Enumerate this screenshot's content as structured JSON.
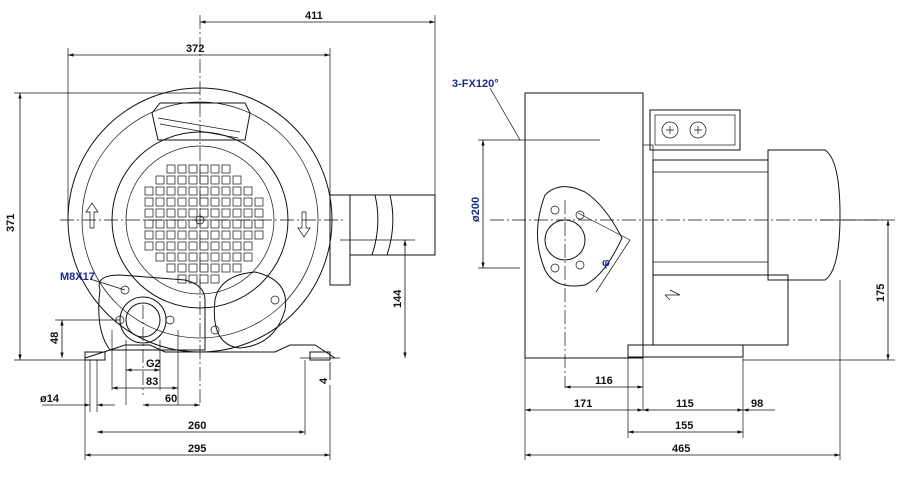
{
  "left_view": {
    "dims": {
      "d411": "411",
      "d372": "372",
      "d371": "371",
      "d144": "144",
      "d48": "48",
      "d4": "4",
      "d14": "ø14",
      "g2": "G2",
      "d83": "83",
      "d60": "60",
      "d260": "260",
      "d295": "295",
      "bolt": "M8X17"
    }
  },
  "right_view": {
    "dims": {
      "flange": "3-FX120°",
      "d200": "ø200",
      "phi": "φ",
      "d175": "175",
      "d116": "116",
      "d171": "171",
      "d115": "115",
      "d98": "98",
      "d155": "155",
      "d465": "465"
    }
  },
  "colors": {
    "line": "#111111",
    "label_accent": "#1a2a8c"
  }
}
